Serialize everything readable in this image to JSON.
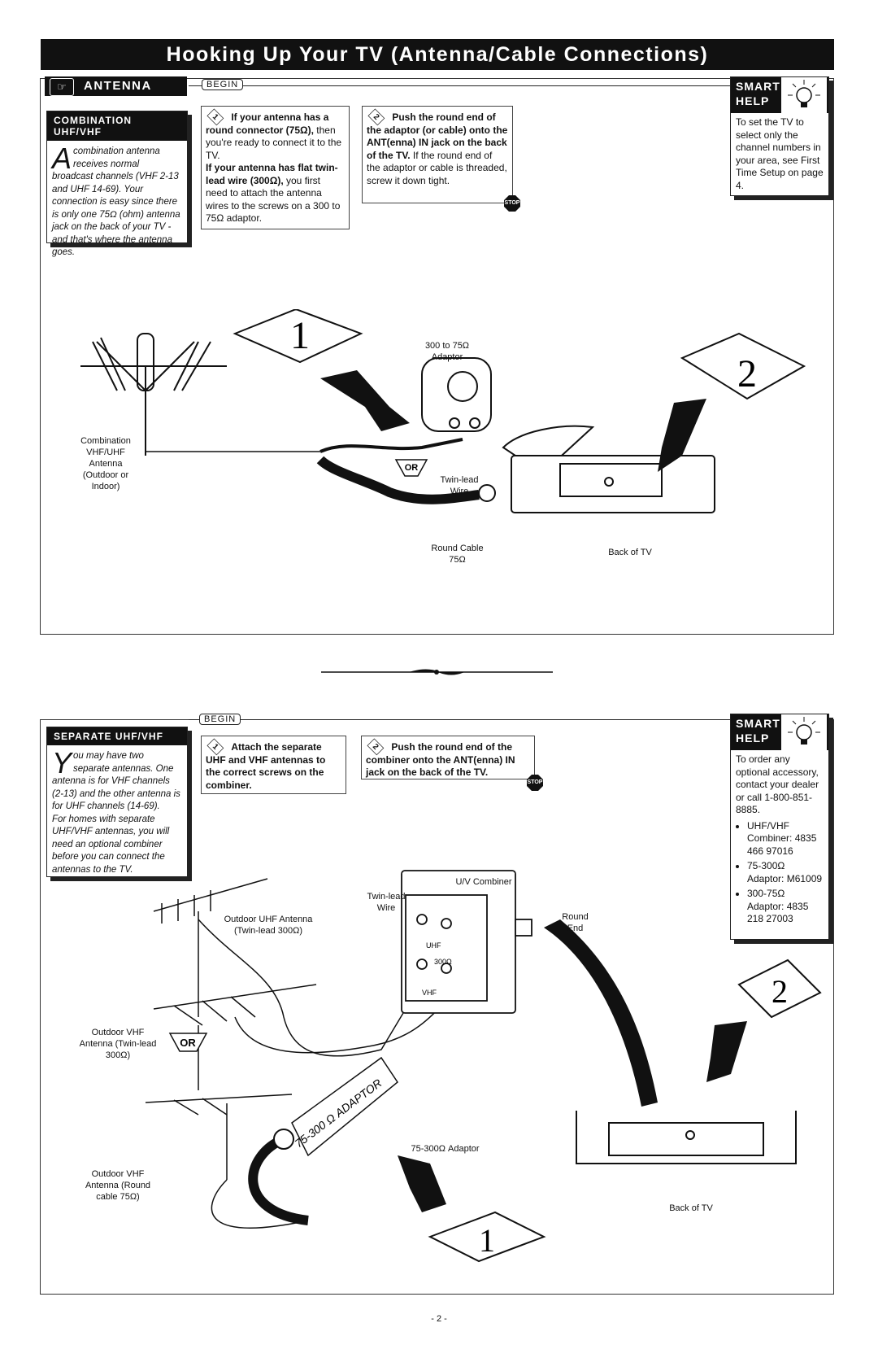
{
  "title": "Hooking Up Your TV (Antenna/Cable Connections)",
  "top": {
    "section_label": "Antenna",
    "begin": "BEGIN",
    "sidebox": {
      "title": "Combination UHF/VHF",
      "dropcap": "A",
      "text": "combination antenna receives normal broadcast channels (VHF 2-13 and UHF 14-69). Your connection is easy since there is only one 75Ω (ohm) antenna jack on the back of your TV - and that's where the antenna goes."
    },
    "step1": {
      "num": "1",
      "bold1": "If your antenna has a round connector (75Ω),",
      "text1": " then you're ready to connect it to the TV.",
      "bold2": "If your antenna has flat twin-lead wire (300Ω),",
      "text2": " you first need to attach the antenna wires to the screws on a 300 to 75Ω adaptor."
    },
    "step2": {
      "num": "2",
      "bold": "Push the round end of the adaptor (or cable) onto the ANT(enna) IN jack on the back of the TV.",
      "text": " If the round end of the adaptor or cable is threaded, screw it down tight.",
      "stop": "STOP"
    },
    "smart_help": {
      "title1": "Smart",
      "title2": "Help",
      "text": "To set the TV to select only the channel numbers in your area, see First Time Setup on page 4."
    },
    "diagram": {
      "callout1": "1",
      "callout2": "2",
      "adaptor": "300 to 75Ω Adaptor",
      "antenna": "Combination VHF/UHF Antenna (Outdoor or Indoor)",
      "or": "OR",
      "twinlead": "Twin-lead Wire",
      "cable": "Round Cable 75Ω",
      "back_tv": "Back of TV"
    }
  },
  "bottom": {
    "begin": "BEGIN",
    "sidebox": {
      "title": "Separate UHF/VHF",
      "dropcap": "Y",
      "text1": "ou may have two separate antennas. One antenna is for VHF channels (2-13) and the other antenna is for UHF channels (14-69).",
      "text2": "For homes with separate UHF/VHF antennas, you will need an optional combiner before you can connect the antennas to the TV."
    },
    "step1": {
      "num": "1",
      "bold": "Attach the separate UHF and VHF antennas to the correct screws on the combiner."
    },
    "step2": {
      "num": "2",
      "bold": "Push the round end of the combiner onto the ANT(enna) IN jack on the back of the TV.",
      "stop": "STOP"
    },
    "smart_help": {
      "title1": "Smart",
      "title2": "Help",
      "text": "To order any optional accessory, contact your dealer or call 1-800-851-8885.",
      "items": [
        "UHF/VHF Combiner: 4835 466 97016",
        "75-300Ω Adaptor: M61009",
        "300-75Ω Adaptor: 4835 218 27003"
      ]
    },
    "diagram": {
      "combiner": "U/V Combiner",
      "twinlead": "Twin-lead Wire",
      "uhf_ant": "Outdoor UHF Antenna (Twin-lead 300Ω)",
      "round_end": "Round End",
      "vhf_ant1": "Outdoor VHF Antenna (Twin-lead 300Ω)",
      "or": "OR",
      "vhf_ant2": "Outdoor VHF Antenna (Round cable 75Ω)",
      "adaptor_lbl": "75-300Ω Adaptor",
      "adaptor_body": "75-300 Ω ADAPTOR",
      "uhf": "UHF",
      "ohm": "300Ω",
      "vhf": "VHF",
      "callout1": "1",
      "callout2": "2",
      "back_tv": "Back of TV"
    }
  },
  "footer": "- 2 -"
}
